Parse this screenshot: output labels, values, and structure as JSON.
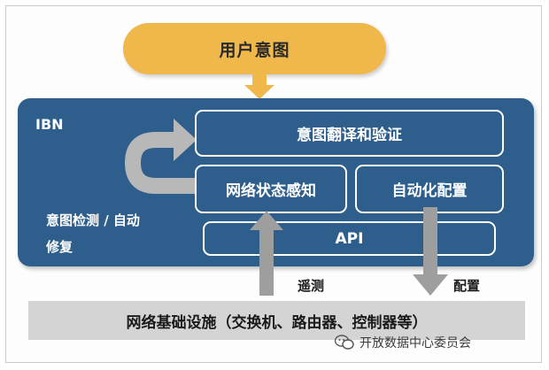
{
  "intent": {
    "label": "用户意图"
  },
  "ibn": {
    "label": "IBN",
    "translate_label": "意图翻译和验证",
    "sense_label": "网络状态感知",
    "auto_label": "自动化配置",
    "api_label": "API",
    "detect_label": "意图检测 / 自动修复"
  },
  "infra": {
    "label": "网络基础设施（交换机、路由器、控制器等）"
  },
  "arrows": {
    "telemetry_label": "遥测",
    "config_label": "配置"
  },
  "watermark": {
    "text": "开放数据中心委员会",
    "icon": "wechat-icon"
  },
  "colors": {
    "intent": "#f0b84a",
    "ibn_fill": "#2e5f8c",
    "infra_fill": "#d4d4d4",
    "arrow_grey": "#9e9e9e"
  }
}
